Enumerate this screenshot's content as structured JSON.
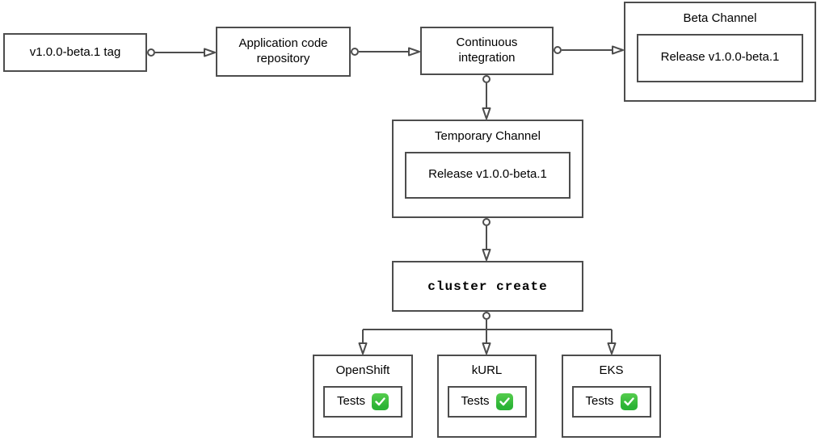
{
  "diagram": {
    "nodes": {
      "tag": {
        "label": "v1.0.0-beta.1 tag"
      },
      "repo": {
        "label": "Application code repository"
      },
      "ci": {
        "label": "Continuous integration"
      },
      "beta_channel": {
        "title": "Beta Channel",
        "release": "Release v1.0.0-beta.1"
      },
      "temp_channel": {
        "title": "Temporary Channel",
        "release": "Release v1.0.0-beta.1"
      },
      "cluster_create": {
        "label": "cluster create"
      },
      "openshift": {
        "title": "OpenShift",
        "tests_label": "Tests",
        "tests_passed": true
      },
      "kurl": {
        "title": "kURL",
        "tests_label": "Tests",
        "tests_passed": true
      },
      "eks": {
        "title": "EKS",
        "tests_label": "Tests",
        "tests_passed": true
      }
    },
    "edges": [
      "tag -> repo",
      "repo -> ci",
      "ci -> beta_channel",
      "ci -> temp_channel",
      "temp_channel -> cluster_create",
      "cluster_create -> openshift",
      "cluster_create -> kurl",
      "cluster_create -> eks"
    ],
    "colors": {
      "border": "#4d4d4d",
      "background": "#ffffff",
      "text": "#000000",
      "check_green": "#2bb335",
      "check_green_light": "#55cd4d"
    }
  }
}
